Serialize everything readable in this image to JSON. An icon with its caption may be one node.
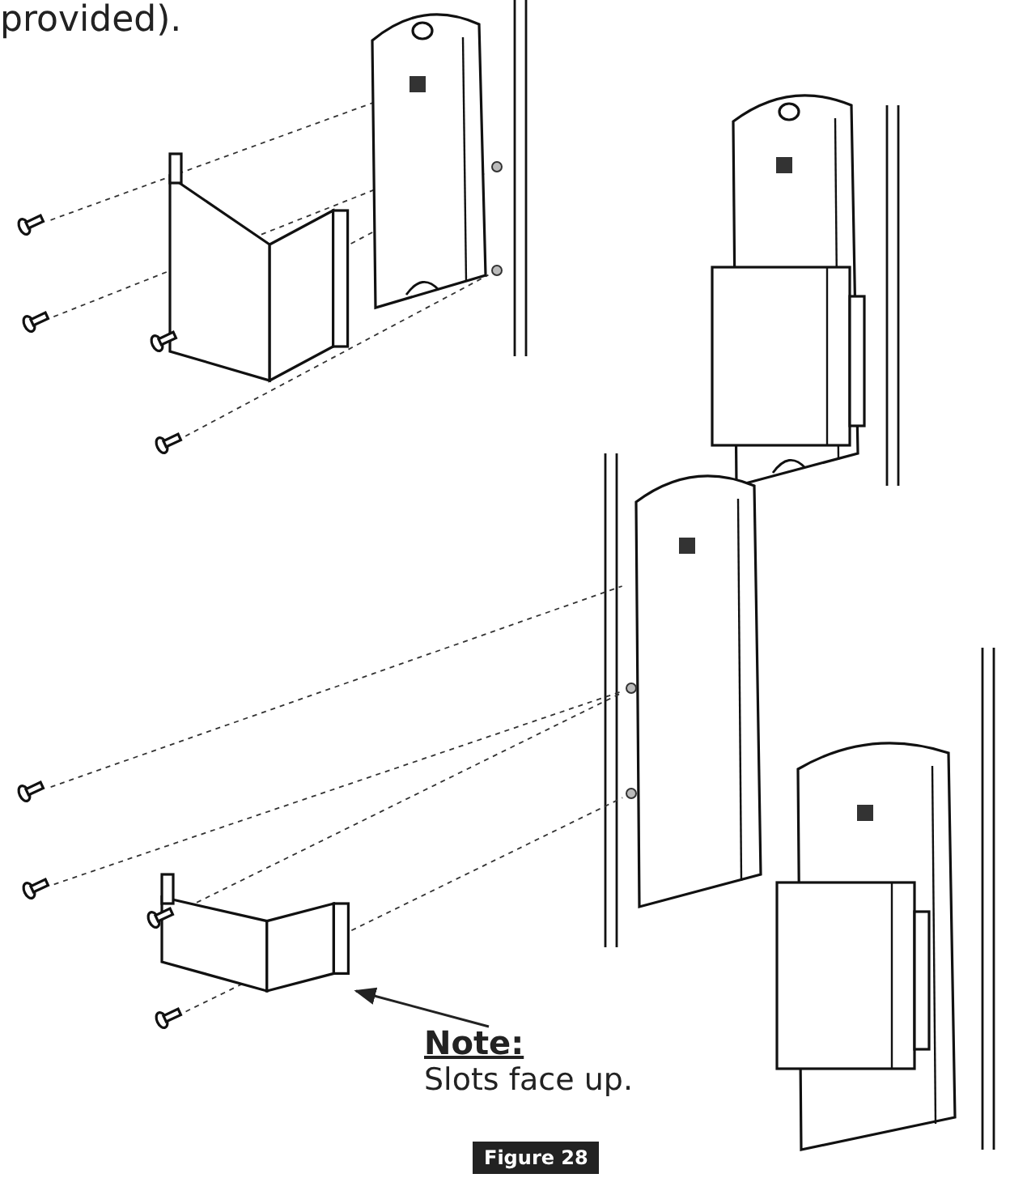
{
  "diagram": {
    "caption": "Figure 28",
    "nodes": [
      {
        "text": [
          "Note:",
          "Slots face up."
        ]
      },
      {
        "text": [],
        "shape": "picture"
      }
    ],
    "edges": [
      {
        "from": 0,
        "to": 1,
        "arrow": "to"
      }
    ],
    "labels": [
      "provided)."
    ]
  }
}
